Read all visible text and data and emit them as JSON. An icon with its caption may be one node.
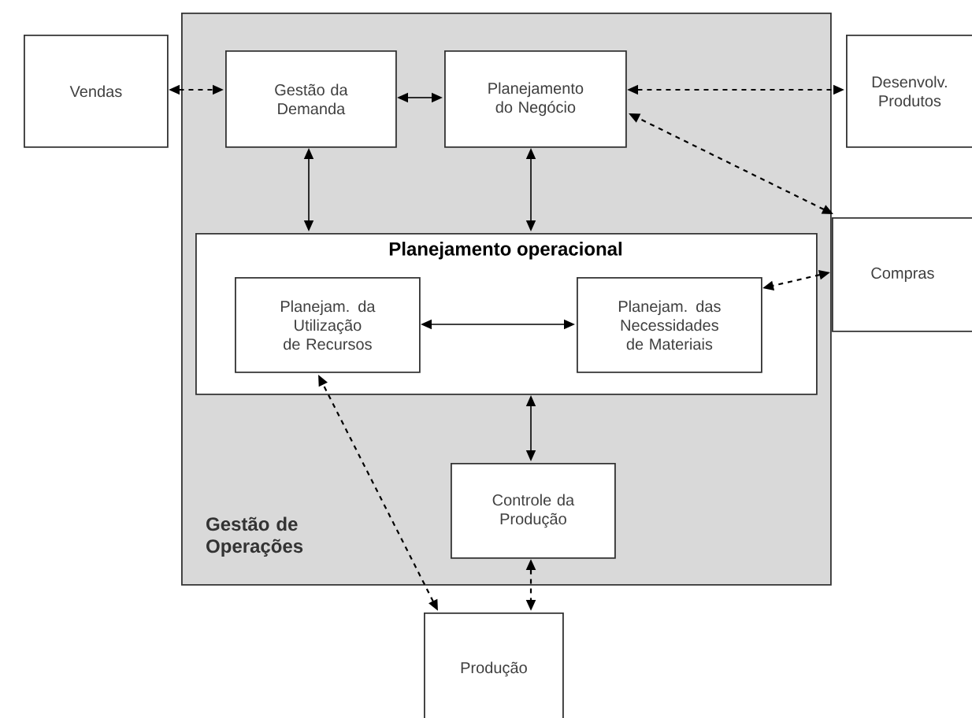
{
  "diagram": {
    "nodes": [
      {
        "text": [
          "Gestão de Operações"
        ]
      },
      {
        "text": [
          "Vendas"
        ]
      },
      {
        "text": [
          "Gestão da Demanda"
        ],
        "in": 0
      },
      {
        "text": [
          "Planejamento do Negócio"
        ],
        "in": 0
      },
      {
        "text": [
          "Desenvolv. Produtos"
        ]
      },
      {
        "text": [
          "Planejamento operacional"
        ],
        "in": 0
      },
      {
        "text": [
          "Planejam. da Utilização de Recursos"
        ],
        "in": 5
      },
      {
        "text": [
          "Planejam. das Necessidades de Materiais"
        ],
        "in": 5
      },
      {
        "text": [
          "Compras"
        ]
      },
      {
        "text": [
          "Controle da Produção"
        ],
        "in": 0
      },
      {
        "text": [
          "Produção"
        ]
      }
    ],
    "edges": [
      {
        "from": 1,
        "to": 2,
        "arrow": "both",
        "style": "dashed"
      },
      {
        "from": 2,
        "to": 3,
        "arrow": "both"
      },
      {
        "from": 3,
        "to": 4,
        "arrow": "both",
        "style": "dashed"
      },
      {
        "from": 8,
        "to": 3,
        "arrow": "both",
        "style": "dashed"
      },
      {
        "from": 2,
        "to": 5,
        "arrow": "both"
      },
      {
        "from": 3,
        "to": 5,
        "arrow": "both"
      },
      {
        "from": 6,
        "to": 7,
        "arrow": "both"
      },
      {
        "from": 8,
        "to": 7,
        "arrow": "both",
        "style": "dashed"
      },
      {
        "from": 5,
        "to": 9,
        "arrow": "both"
      },
      {
        "from": 10,
        "to": 6,
        "arrow": "both",
        "style": "dashed"
      },
      {
        "from": 9,
        "to": 10,
        "arrow": "both",
        "style": "dashed"
      }
    ]
  }
}
